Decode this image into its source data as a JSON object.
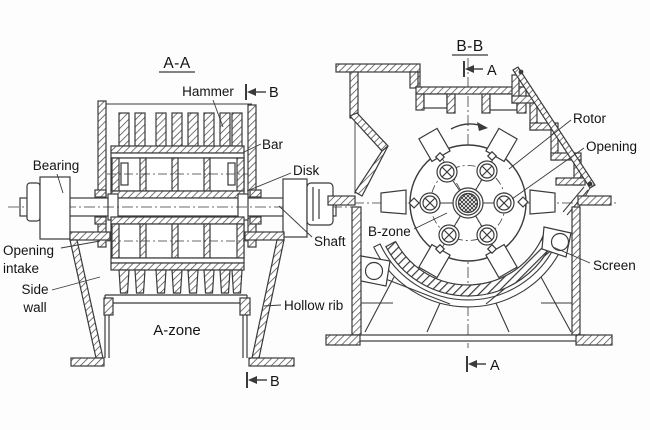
{
  "figure": {
    "background": "#fdfdfd",
    "line_color": "#3a3a3a",
    "text_color": "#141414",
    "views": {
      "section_aa": {
        "title": "A-A",
        "zone": "A-zone",
        "marker_letter": "B",
        "labels": {
          "hammer": "Hammer",
          "bar": "Bar",
          "disk": "Disk",
          "bearing": "Bearing",
          "opening_intake": [
            "Opening",
            "intake"
          ],
          "side_wall": [
            "Side",
            "wall"
          ],
          "shaft": "Shaft",
          "hollow_rib": "Hollow rib"
        }
      },
      "section_bb": {
        "title": "B-B",
        "zone": "B-zone",
        "marker_letter": "A",
        "labels": {
          "rotor": "Rotor",
          "opening": "Opening",
          "screen": "Screen"
        }
      }
    }
  }
}
